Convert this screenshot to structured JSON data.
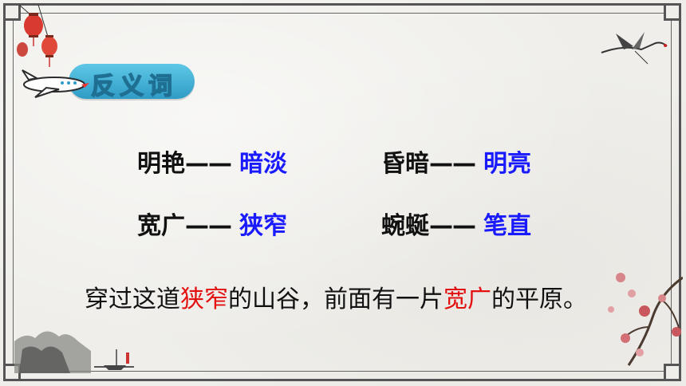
{
  "title": "反义词",
  "pairs": [
    {
      "word": "明艳",
      "dash": "——",
      "answer": "暗淡"
    },
    {
      "word": "昏暗",
      "dash": "——",
      "answer": "明亮"
    },
    {
      "word": "宽广",
      "dash": "——",
      "answer": "狭窄"
    },
    {
      "word": "蜿蜒",
      "dash": "——",
      "answer": "笔直"
    }
  ],
  "sentence": {
    "part1": "穿过这道",
    "highlight1": "狭窄",
    "part2": "的山谷，前面有一片",
    "highlight2": "宽广",
    "part3": "的平原。"
  },
  "colors": {
    "answer": "#1a1aff",
    "highlight": "#e31010",
    "title_badge": "#3aa9d4"
  },
  "icons": [
    "lantern-icon",
    "airplane-icon",
    "crane-icon",
    "landscape-icon",
    "plum-blossom-icon"
  ]
}
